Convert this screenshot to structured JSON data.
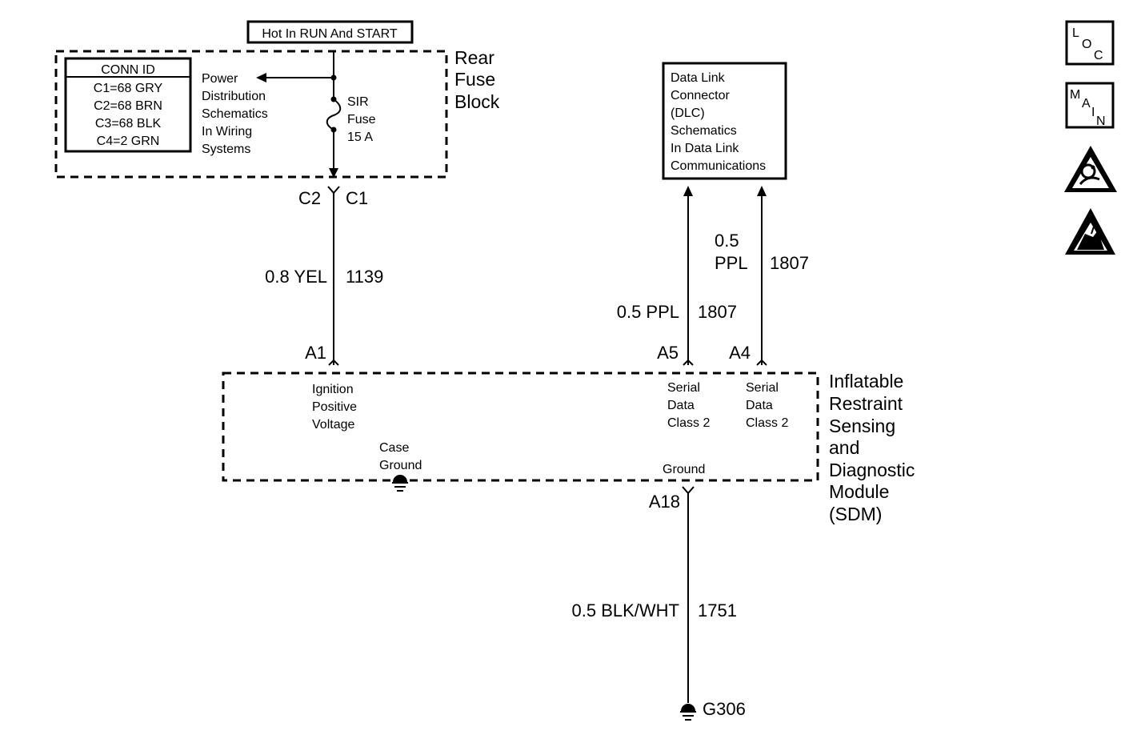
{
  "supply": {
    "label": "Hot In RUN And START"
  },
  "rear_fuse_block": {
    "title_lines": [
      "Rear",
      "Fuse",
      "Block"
    ],
    "conn_id": {
      "header": "CONN ID",
      "rows": [
        "C1=68 GRY",
        "C2=68 BRN",
        "C3=68 BLK",
        "C4=2 GRN"
      ]
    },
    "power_ref_lines": [
      "Power",
      "Distribution",
      "Schematics",
      "In Wiring",
      "Systems"
    ],
    "fuse_lines": [
      "SIR",
      "Fuse",
      "15 A"
    ],
    "connector_left": "C2",
    "connector_right": "C1"
  },
  "wire_1139": {
    "gauge_color": "0.8 YEL",
    "circuit": "1139"
  },
  "dlc": {
    "lines": [
      "Data Link",
      "Connector",
      "(DLC)",
      "Schematics",
      "In Data Link",
      "Communications"
    ]
  },
  "wire_1807_a5": {
    "gauge_color": "0.5 PPL",
    "circuit": "1807"
  },
  "wire_1807_a4": {
    "gauge": "0.5",
    "color": "PPL",
    "circuit": "1807"
  },
  "sdm": {
    "title_lines": [
      "Inflatable",
      "Restraint",
      "Sensing",
      "and",
      "Diagnostic",
      "Module",
      "(SDM)"
    ],
    "pin_a1": "A1",
    "pin_a5": "A5",
    "pin_a4": "A4",
    "pin_a18": "A18",
    "ign_lines": [
      "Ignition",
      "Positive",
      "Voltage"
    ],
    "sd_a5_lines": [
      "Serial",
      "Data",
      "Class 2"
    ],
    "sd_a4_lines": [
      "Serial",
      "Data",
      "Class 2"
    ],
    "case_ground_lines": [
      "Case",
      "Ground"
    ],
    "ground_label": "Ground"
  },
  "wire_1751": {
    "gauge_color": "0.5 BLK/WHT",
    "circuit": "1751"
  },
  "ground_g306": {
    "label": "G306"
  },
  "side_icons": {
    "loc": [
      "L",
      "O",
      "C"
    ],
    "main": [
      "M",
      "A",
      "I",
      "N"
    ],
    "warning_1": "airbag-warning-icon",
    "warning_2": "esd-warning-icon"
  }
}
